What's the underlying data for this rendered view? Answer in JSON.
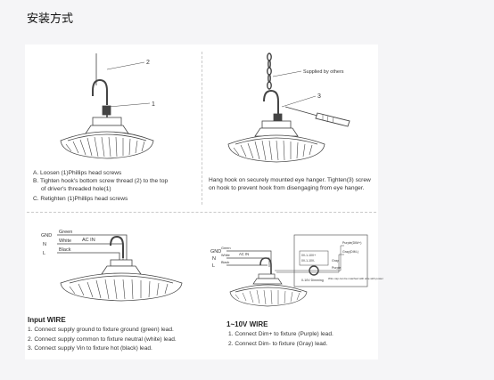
{
  "page_title": "安装方式",
  "panel1": {
    "callout_1": "1",
    "callout_2": "2",
    "caption_a": "A.  Loosen (1)Phillips head screws",
    "caption_b1": "B. Tighten hook's bottom screw thread (2) to the top",
    "caption_b2": "of driver's threaded hole(1)",
    "caption_c": "C. Retighten (1)Phillips head screws"
  },
  "panel2": {
    "supplied_label": "Supplied  by others",
    "callout_3": "3",
    "caption": "Hang hook on securely mounted eye hanger. Tighten(3) screw on hook to prevent hook from disengaging from eye hanger."
  },
  "panel3": {
    "wire_gnd": "GND",
    "wire_n": "N",
    "wire_l": "L",
    "wire_green": "Green",
    "wire_white": "White",
    "wire_black": "Black",
    "ac_in": "AC  IN",
    "heading": "Input WIRE",
    "items": [
      "1. Connect supply ground to fixture ground (green) lead.",
      "2. Connect supply common to fixture neutral (white) lead.",
      "3. Connect supply Vin to fixture hot (black) lead."
    ]
  },
  "panel4": {
    "wire_gnd": "GND",
    "wire_n": "N",
    "wire_l": "L",
    "wire_green": "Green",
    "wire_white": "White",
    "wire_black": "Black",
    "ac_in": "AC  IN",
    "purple_label": "Purple(DIM+)",
    "gray_label": "Gray(DIM-)",
    "gray_short": "Gray",
    "purple_short": "Purple",
    "dimmer_v1": "0V-1-10V+",
    "dimmer_v2": "0V-1-10V-",
    "dimmer_name": "0-10V Dimming",
    "note": "Wire cap can be matched with wire with power",
    "heading": "1~10V WIRE",
    "items": [
      "1. Connect Dim+ to fixture  (Purple) lead.",
      "2. Connect  Dim-  to fixture (Gray) lead."
    ]
  },
  "colors": {
    "background": "#f5f5f7",
    "sheet": "#ffffff",
    "line_art": "#444444"
  }
}
